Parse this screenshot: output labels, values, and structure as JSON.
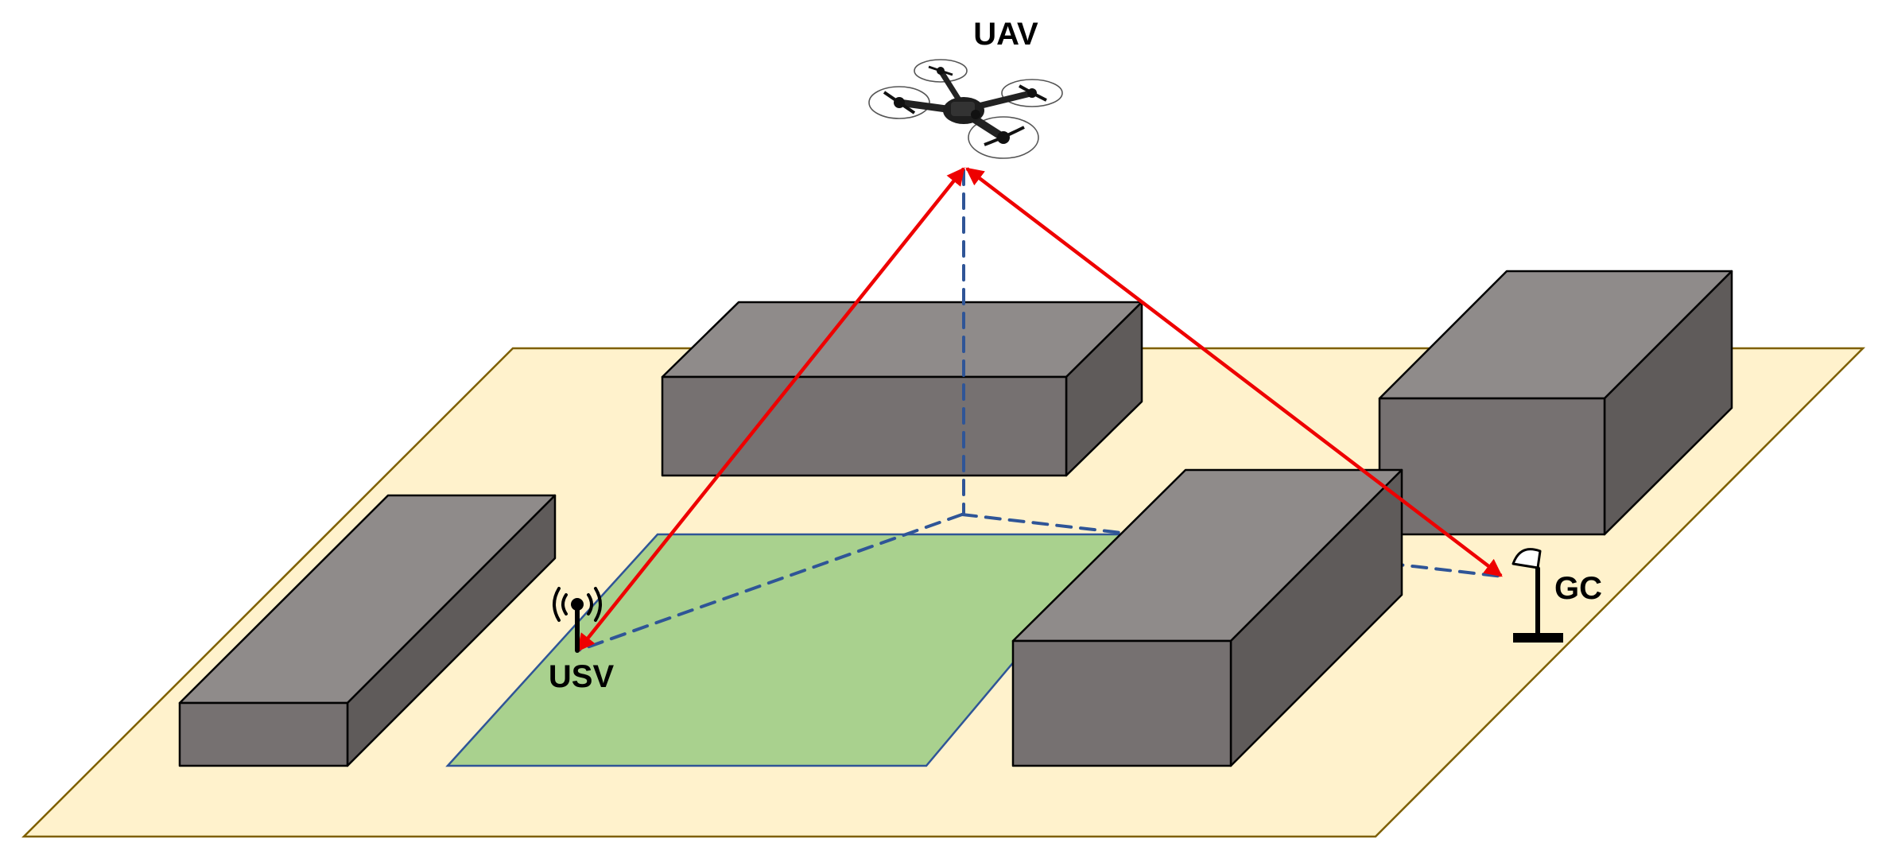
{
  "labels": {
    "uav": "UAV",
    "usv": "USV",
    "gc": "GC"
  },
  "colors": {
    "ground": "#FFF2CC",
    "ground_edge": "#7F6000",
    "area": "#A9D18E",
    "area_edge": "#2F5597",
    "building_top": "#8F8B8A",
    "building_front": "#767171",
    "building_side": "#5F5B5A",
    "link_arrow": "#EE0000",
    "projection_dash": "#2F5597",
    "marker": "#000000"
  },
  "icons": {
    "uav": "quadcopter-drone-icon",
    "usv": "radio-antenna-icon",
    "gc": "ground-station-mast-icon"
  }
}
